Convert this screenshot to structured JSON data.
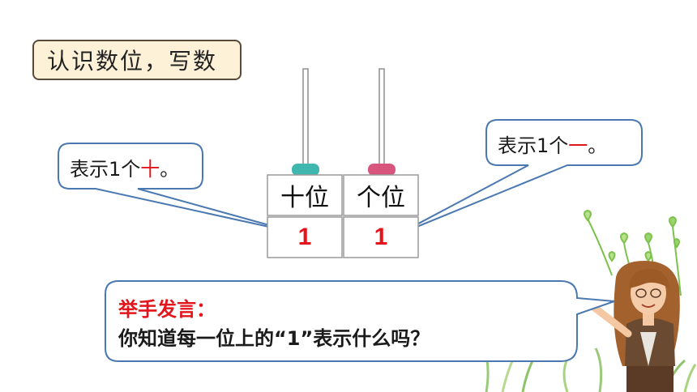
{
  "title": "认识数位，写数",
  "callout_left": {
    "prefix": "表示1个",
    "highlight": "十",
    "suffix": "。"
  },
  "callout_right": {
    "prefix": "表示1个",
    "highlight": "一",
    "suffix": "。"
  },
  "abacus": {
    "columns": [
      {
        "label": "十位",
        "digit": "1",
        "bead_color": "#3fb6ae"
      },
      {
        "label": "个位",
        "digit": "1",
        "bead_color": "#d8557d"
      }
    ]
  },
  "prompt": {
    "title": "举手发言：",
    "question": "你知道每一位上的“1”表示什么吗？"
  },
  "colors": {
    "highlight": "#e2141c",
    "callout_border": "#4a78b0",
    "title_bg": "#fdf1d8"
  }
}
